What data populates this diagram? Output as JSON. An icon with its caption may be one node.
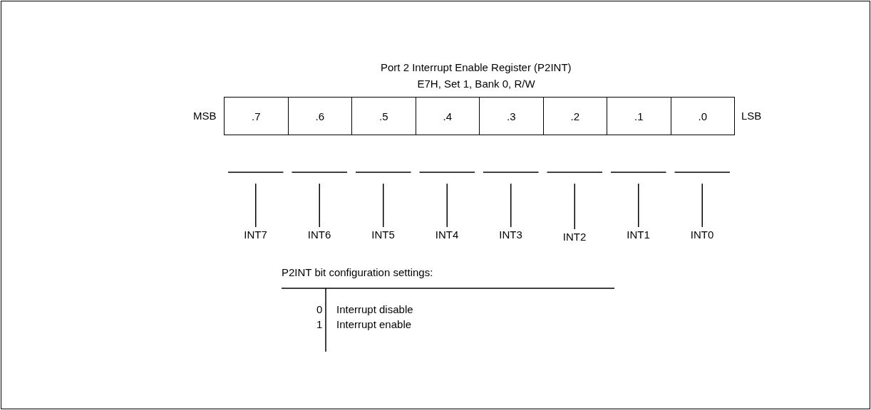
{
  "diagram": {
    "title": "Port 2 Interrupt Enable Register (P2INT)",
    "nodes": [
      {
        "text": [
          ".7"
        ]
      },
      {
        "text": [
          ".6"
        ]
      },
      {
        "text": [
          ".5"
        ]
      },
      {
        "text": [
          ".4"
        ]
      },
      {
        "text": [
          ".3"
        ]
      },
      {
        "text": [
          ".2"
        ]
      },
      {
        "text": [
          ".1"
        ]
      },
      {
        "text": [
          ".0"
        ]
      },
      {
        "text": [
          "INT7"
        ]
      },
      {
        "text": [
          "INT6"
        ]
      },
      {
        "text": [
          "INT5"
        ]
      },
      {
        "text": [
          "INT4"
        ]
      },
      {
        "text": [
          "INT3"
        ]
      },
      {
        "text": [
          "INT2"
        ]
      },
      {
        "text": [
          "INT1"
        ]
      },
      {
        "text": [
          "INT0"
        ]
      }
    ],
    "edges": [
      {
        "from": 8,
        "to": 0,
        "arrow": "none"
      },
      {
        "from": 9,
        "to": 1,
        "arrow": "none"
      },
      {
        "from": 10,
        "to": 2,
        "arrow": "none"
      },
      {
        "from": 11,
        "to": 3,
        "arrow": "none"
      },
      {
        "from": 12,
        "to": 4,
        "arrow": "none"
      },
      {
        "from": 13,
        "to": 5,
        "arrow": "none"
      },
      {
        "from": 14,
        "to": 6,
        "arrow": "none"
      },
      {
        "from": 15,
        "to": 7,
        "arrow": "none"
      }
    ],
    "labels": [
      "E7H, Set 1, Bank 0, R/W",
      "MSB",
      "LSB",
      "P2INT bit configuration settings:",
      "0",
      "Interrupt disable",
      "1",
      "Interrupt enable"
    ]
  }
}
